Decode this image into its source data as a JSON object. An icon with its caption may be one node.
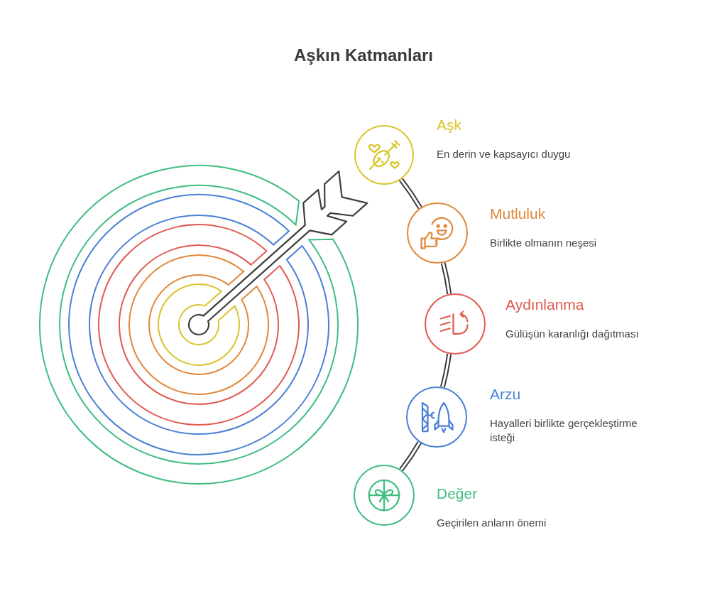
{
  "diagram": {
    "title": "Aşkın Katmanları",
    "nodes": [
      {
        "text": [
          "Aşk",
          "En derin ve kapsayıcı duygu"
        ]
      },
      {
        "text": [
          "Mutluluk",
          "Birlikte olmanın neşesi"
        ]
      },
      {
        "text": [
          "Aydınlanma",
          "Gülüşün karanlığı dağıtması"
        ]
      },
      {
        "text": [
          "Arzu",
          "Hayalleri birlikte gerçekleştirme isteği"
        ]
      },
      {
        "text": [
          "Değer",
          "Geçirilen anların önemi"
        ]
      }
    ],
    "edges": [
      {
        "from": 0,
        "to": 1,
        "arrow": "none"
      },
      {
        "from": 1,
        "to": 2,
        "arrow": "none"
      },
      {
        "from": 2,
        "to": 3,
        "arrow": "none"
      },
      {
        "from": 3,
        "to": 4,
        "arrow": "none"
      }
    ]
  }
}
